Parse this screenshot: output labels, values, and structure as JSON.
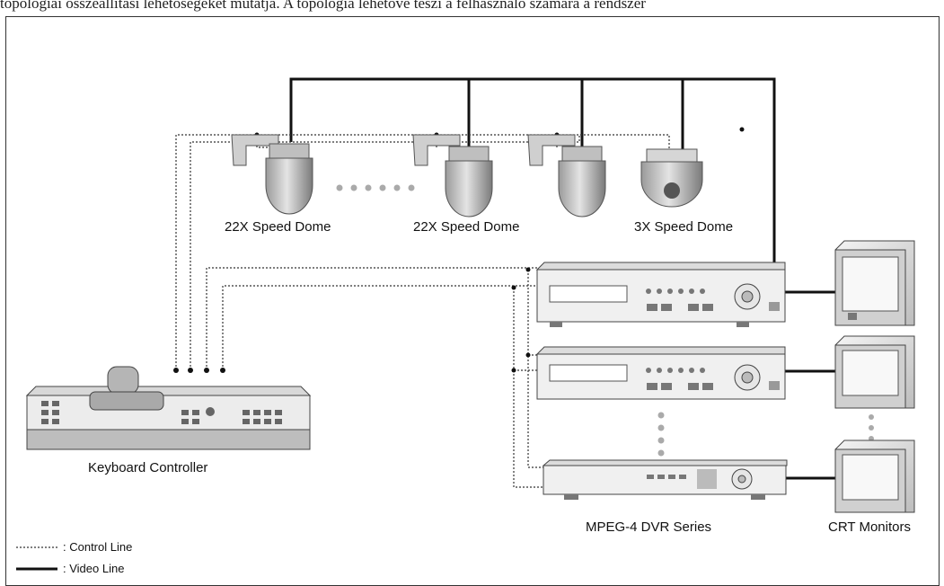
{
  "header": {
    "caption": "topológiai összeállítási lehetőségeket mutatja. A topológia lehetővé teszi a felhasználó számára a rendszer"
  },
  "devices": {
    "dome1_label": "22X Speed Dome",
    "dome2_label": "22X Speed Dome",
    "dome3_label": "3X Speed Dome",
    "keyboard_label": "Keyboard Controller",
    "dvr_label": "MPEG-4 DVR Series",
    "monitors_label": "CRT Monitors"
  },
  "legend": {
    "control_label": ": Control Line",
    "video_label": ": Video Line"
  }
}
